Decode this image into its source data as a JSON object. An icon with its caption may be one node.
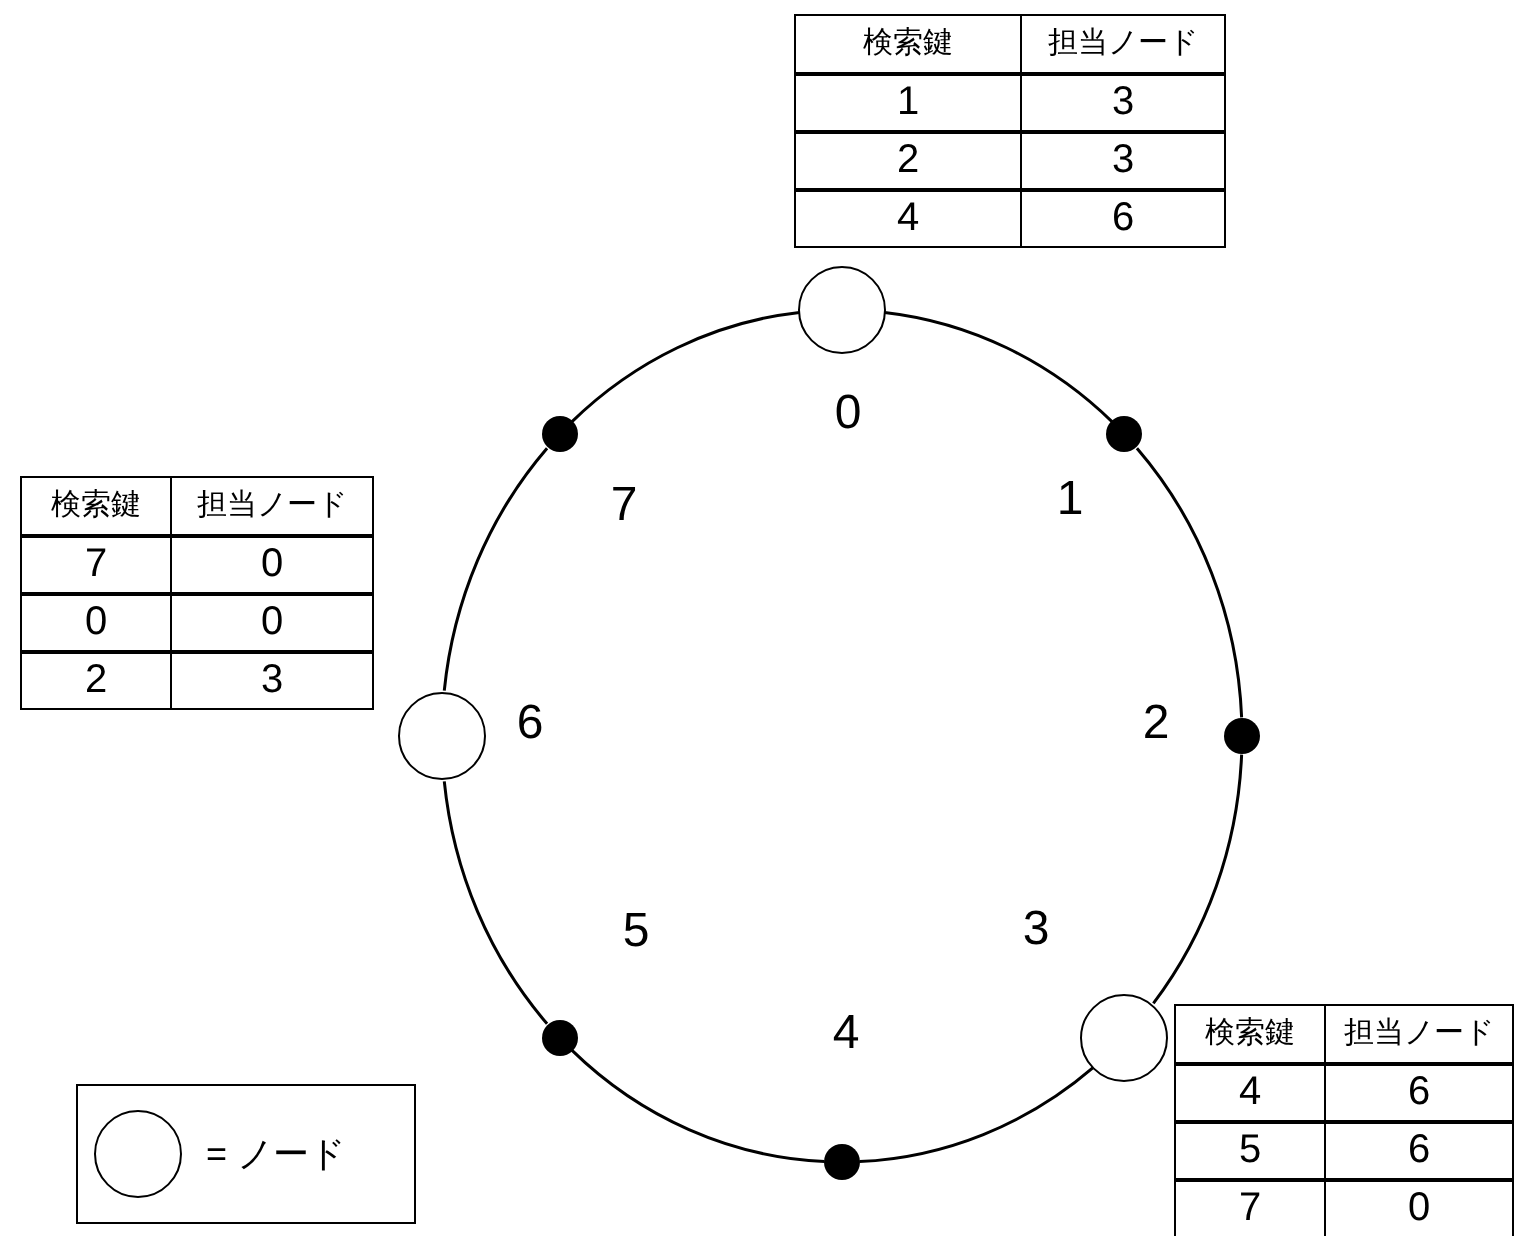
{
  "diagram": {
    "nodes": [
      {
        "text": [],
        "shape": "circle",
        "beside": [
          "0"
        ]
      },
      {
        "text": [],
        "shape": "dot",
        "beside": [
          "1"
        ]
      },
      {
        "text": [],
        "shape": "dot",
        "beside": [
          "2"
        ]
      },
      {
        "text": [],
        "shape": "circle",
        "beside": [
          "3"
        ]
      },
      {
        "text": [],
        "shape": "dot",
        "beside": [
          "4"
        ]
      },
      {
        "text": [],
        "shape": "dot",
        "beside": [
          "5"
        ]
      },
      {
        "text": [],
        "shape": "circle",
        "beside": [
          "6"
        ]
      },
      {
        "text": [],
        "shape": "dot",
        "beside": [
          "7"
        ]
      }
    ],
    "edges": [
      {
        "from": 0,
        "to": 1,
        "arrow": "none"
      },
      {
        "from": 1,
        "to": 2,
        "arrow": "none"
      },
      {
        "from": 2,
        "to": 3,
        "arrow": "none"
      },
      {
        "from": 3,
        "to": 4,
        "arrow": "none"
      },
      {
        "from": 4,
        "to": 5,
        "arrow": "none"
      },
      {
        "from": 5,
        "to": 6,
        "arrow": "none"
      },
      {
        "from": 6,
        "to": 7,
        "arrow": "none"
      },
      {
        "from": 7,
        "to": 0,
        "arrow": "none"
      }
    ],
    "labels": [
      "検索鍵",
      "担当ノード",
      "1",
      "3",
      "2",
      "3",
      "4",
      "6",
      "検索鍵",
      "担当ノード",
      "7",
      "0",
      "0",
      "0",
      "2",
      "3",
      "検索鍵",
      "担当ノード",
      "4",
      "6",
      "5",
      "6",
      "7",
      "0"
    ],
    "legend": [
      {
        "text": "= ノード"
      }
    ]
  }
}
